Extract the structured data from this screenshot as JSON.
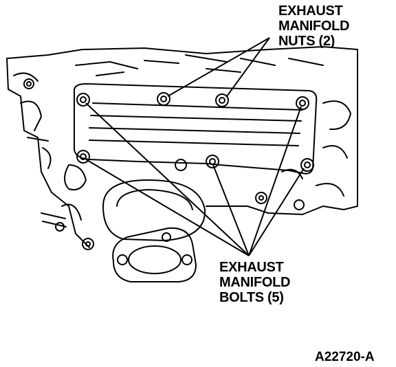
{
  "callouts": {
    "nuts": {
      "line1": "EXHAUST",
      "line2": "MANIFOLD",
      "line3": "NUTS (2)"
    },
    "bolts": {
      "line1": "EXHAUST",
      "line2": "MANIFOLD",
      "line3": "BOLTS (5)"
    }
  },
  "figure_id": "A22720-A",
  "colors": {
    "ink": "#000000",
    "paper": "#ffffff"
  }
}
